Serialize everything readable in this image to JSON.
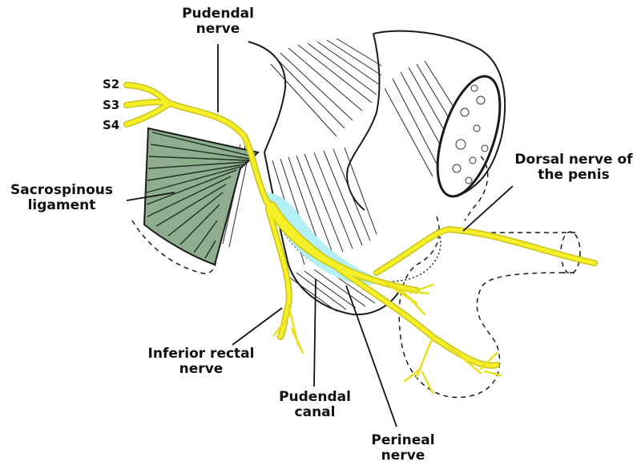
{
  "labels": {
    "pudendal_nerve": [
      "Pudendal",
      "nerve"
    ],
    "s2": "S2",
    "s3": "S3",
    "s4": "S4",
    "sacrospinous_ligament": [
      "Sacrospinous",
      "ligament"
    ],
    "dorsal_nerve": [
      "Dorsal nerve of",
      "the penis"
    ],
    "inferior_rectal_nerve": [
      "Inferior rectal",
      "nerve"
    ],
    "pudendal_canal": [
      "Pudendal",
      "canal"
    ],
    "perineal_nerve": [
      "Perineal",
      "nerve"
    ]
  },
  "colors": {
    "nerve": "#f5ef28",
    "nerve_outline": "#c9c21a",
    "ligament": "#8fae90",
    "canal": "#b3f0f5",
    "ink": "#1a1a1a"
  }
}
